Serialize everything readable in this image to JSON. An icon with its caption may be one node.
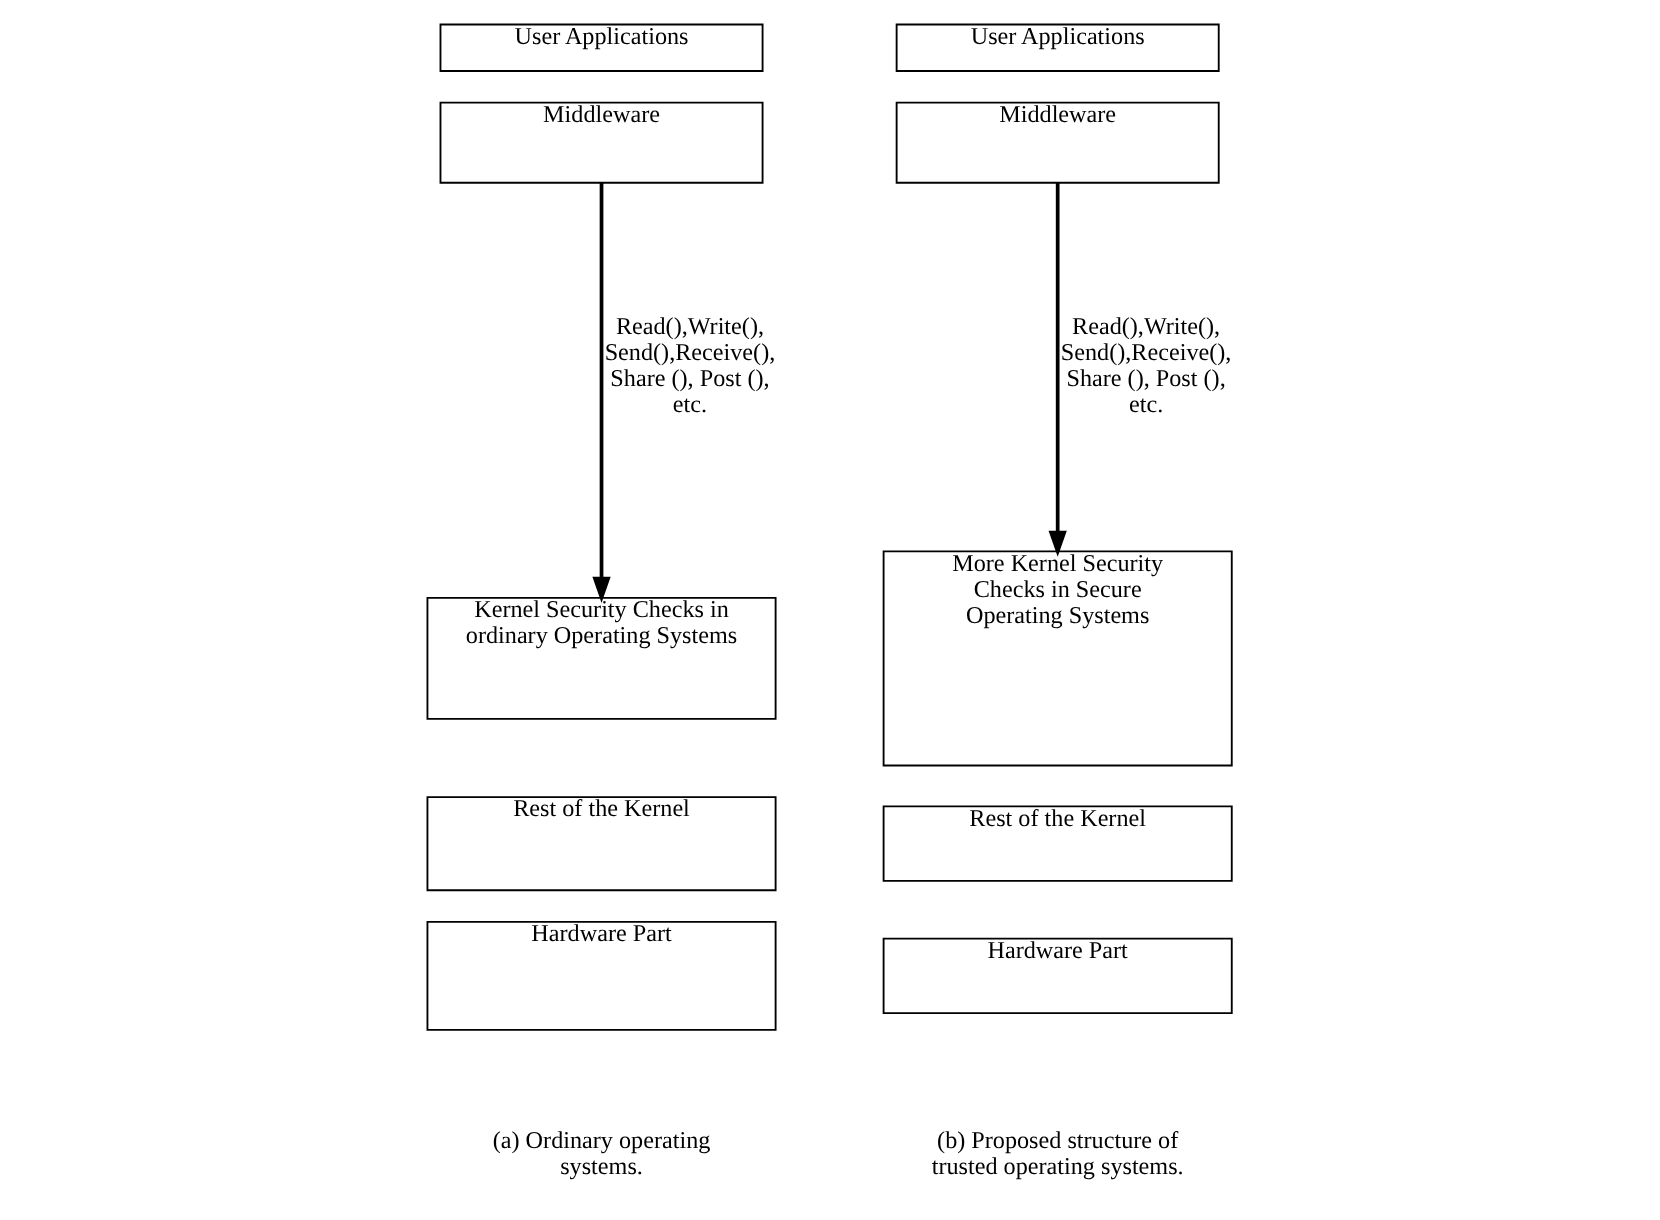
{
  "diagram": {
    "nodes": [
      {
        "text": [
          "User Applications"
        ]
      },
      {
        "text": [
          "Middleware"
        ]
      },
      {
        "text": [
          "Kernel Security Checks in ordinary Operating Systems"
        ]
      },
      {
        "text": [
          "Rest of the Kernel"
        ]
      },
      {
        "text": [
          "Hardware Part"
        ]
      },
      {
        "text": [
          "User Applications"
        ]
      },
      {
        "text": [
          "Middleware"
        ]
      },
      {
        "text": [
          "More Kernel Security Checks in Secure Operating Systems"
        ]
      },
      {
        "text": [
          "Rest of the Kernel"
        ]
      },
      {
        "text": [
          "Hardware Part"
        ]
      }
    ],
    "edges": [
      {
        "from": 1,
        "to": 2,
        "arrow": "to",
        "label": "Read(),Write(), Send(),Receive(), Share (), Post (), etc."
      },
      {
        "from": 6,
        "to": 7,
        "arrow": "to",
        "label": "Read(),Write(), Send(),Receive(), Share (), Post (), etc."
      }
    ],
    "labels": [
      "(a) Ordinary operating systems.",
      "(b) Proposed structure of trusted operating systems."
    ]
  }
}
